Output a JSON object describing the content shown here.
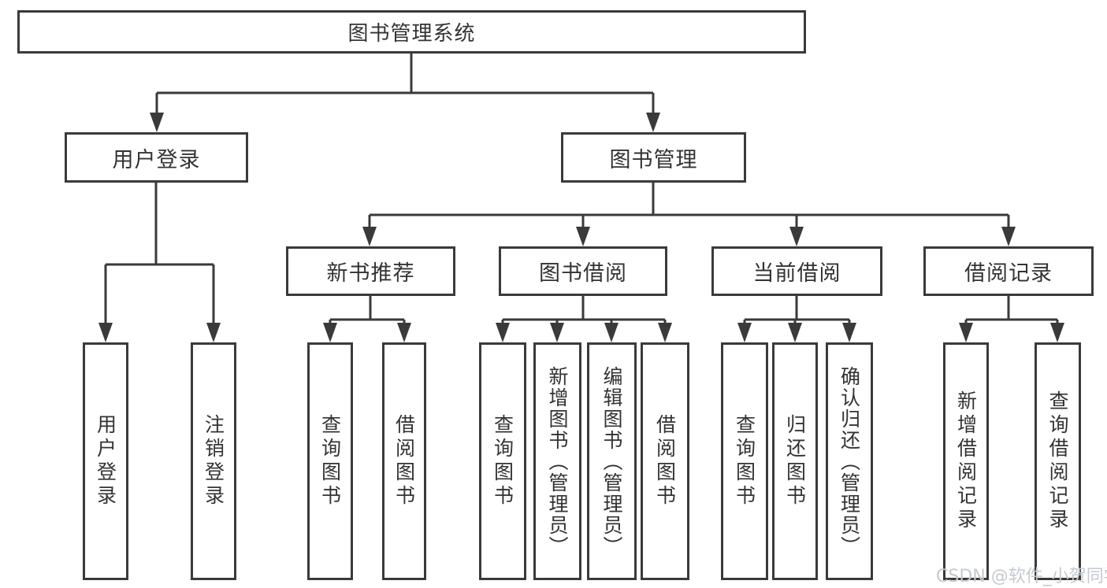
{
  "nodes": {
    "root": "图书管理系统",
    "branches": [
      {
        "label": "用户登录",
        "leaves": [
          "用户登录",
          "注销登录"
        ]
      },
      {
        "label": "图书管理",
        "groups": [
          {
            "label": "新书推荐",
            "leaves": [
              "查询图书",
              "借阅图书"
            ]
          },
          {
            "label": "图书借阅",
            "leaves": [
              "查询图书",
              "新增图书（管理员）",
              "编辑图书（管理员）",
              "借阅图书"
            ]
          },
          {
            "label": "当前借阅",
            "leaves": [
              "查询图书",
              "归还图书",
              "确认归还（管理员）"
            ]
          },
          {
            "label": "借阅记录",
            "leaves": [
              "新增借阅记录",
              "查询借阅记录"
            ]
          }
        ]
      }
    ]
  },
  "watermark": "CSDN @软件_小贺同学",
  "colors": {
    "line": "#3a3a3a",
    "text": "#333333",
    "watermark": "#c5cacf",
    "background": "#ffffff"
  }
}
